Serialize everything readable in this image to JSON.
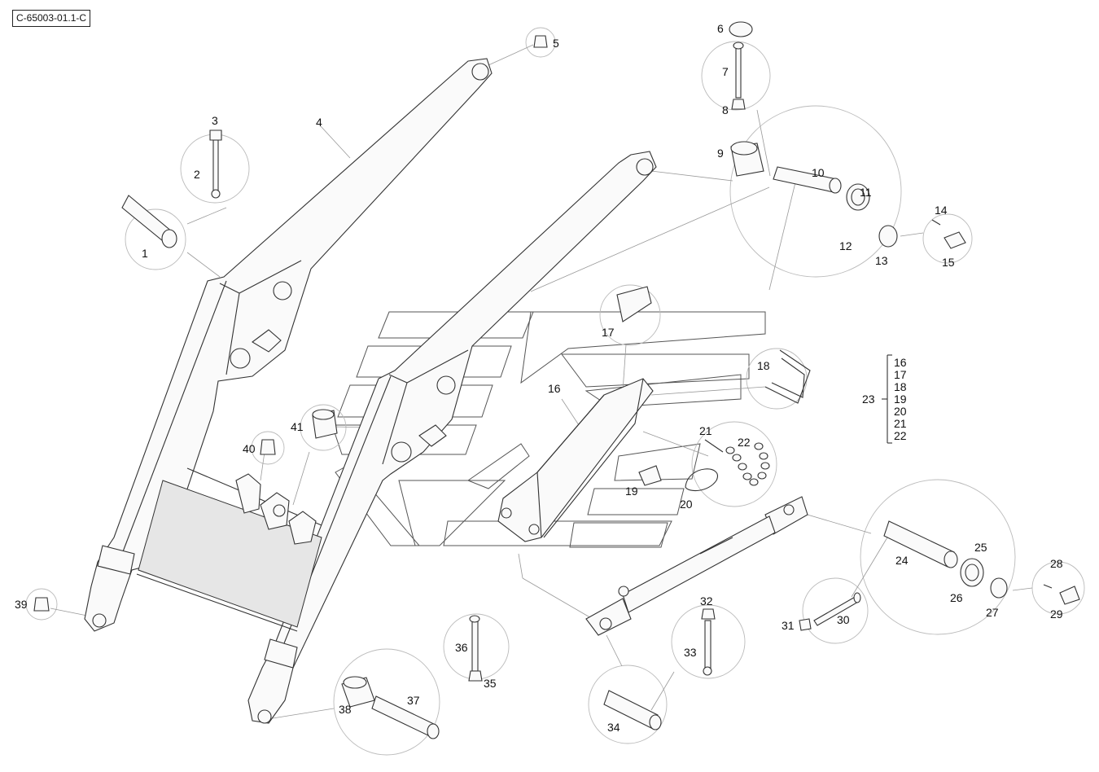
{
  "drawing": {
    "reference": "C-65003-01.1-C"
  },
  "callouts": [
    {
      "id": "1",
      "text": "1"
    },
    {
      "id": "2",
      "text": "2"
    },
    {
      "id": "3",
      "text": "3"
    },
    {
      "id": "4",
      "text": "4"
    },
    {
      "id": "5",
      "text": "5"
    },
    {
      "id": "6",
      "text": "6"
    },
    {
      "id": "7",
      "text": "7"
    },
    {
      "id": "8",
      "text": "8"
    },
    {
      "id": "9",
      "text": "9"
    },
    {
      "id": "10",
      "text": "10"
    },
    {
      "id": "11",
      "text": "11"
    },
    {
      "id": "12",
      "text": "12"
    },
    {
      "id": "13",
      "text": "13"
    },
    {
      "id": "14",
      "text": "14"
    },
    {
      "id": "15",
      "text": "15"
    },
    {
      "id": "16",
      "text": "16"
    },
    {
      "id": "17",
      "text": "17"
    },
    {
      "id": "18",
      "text": "18"
    },
    {
      "id": "19",
      "text": "19"
    },
    {
      "id": "20",
      "text": "20"
    },
    {
      "id": "21",
      "text": "21"
    },
    {
      "id": "22",
      "text": "22"
    },
    {
      "id": "23",
      "text": "23"
    },
    {
      "id": "24",
      "text": "24"
    },
    {
      "id": "25",
      "text": "25"
    },
    {
      "id": "26",
      "text": "26"
    },
    {
      "id": "27",
      "text": "27"
    },
    {
      "id": "28",
      "text": "28"
    },
    {
      "id": "29",
      "text": "29"
    },
    {
      "id": "30",
      "text": "30"
    },
    {
      "id": "31",
      "text": "31"
    },
    {
      "id": "32",
      "text": "32"
    },
    {
      "id": "33",
      "text": "33"
    },
    {
      "id": "34",
      "text": "34"
    },
    {
      "id": "35",
      "text": "35"
    },
    {
      "id": "36",
      "text": "36"
    },
    {
      "id": "37",
      "text": "37"
    },
    {
      "id": "38",
      "text": "38"
    },
    {
      "id": "39",
      "text": "39"
    },
    {
      "id": "40",
      "text": "40"
    },
    {
      "id": "41",
      "text": "41"
    }
  ],
  "kit_23": {
    "label": "23",
    "items": [
      "16",
      "17",
      "18",
      "19",
      "20",
      "21",
      "22"
    ]
  }
}
